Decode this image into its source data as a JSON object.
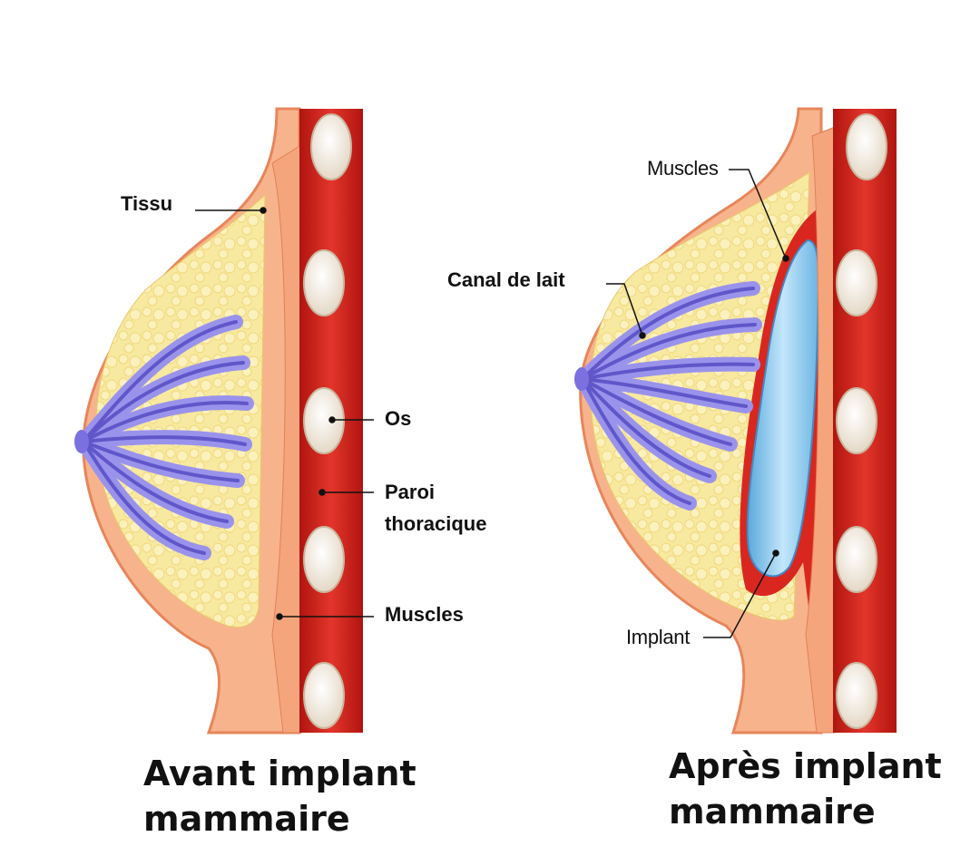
{
  "left_panel": {
    "caption_line1": "Avant implant",
    "caption_line2": "mammaire",
    "labels": {
      "tissue": "Tissu",
      "bone": "Os",
      "chest_wall_line1": "Paroi",
      "chest_wall_line2": "thoracique",
      "muscles": "Muscles"
    }
  },
  "right_panel": {
    "caption_line1": "Après implant",
    "caption_line2": "mammaire",
    "labels": {
      "muscles": "Muscles",
      "milk_duct": "Canal de lait",
      "implant": "Implant"
    }
  },
  "colors": {
    "skin": "#f7b48c",
    "skin_outline": "#e8855a",
    "fat": "#f8e9a0",
    "muscle": "#d9271f",
    "bone": "#f3ede4",
    "lobules": "#9a93ec",
    "implant": "#9dd1f2"
  }
}
